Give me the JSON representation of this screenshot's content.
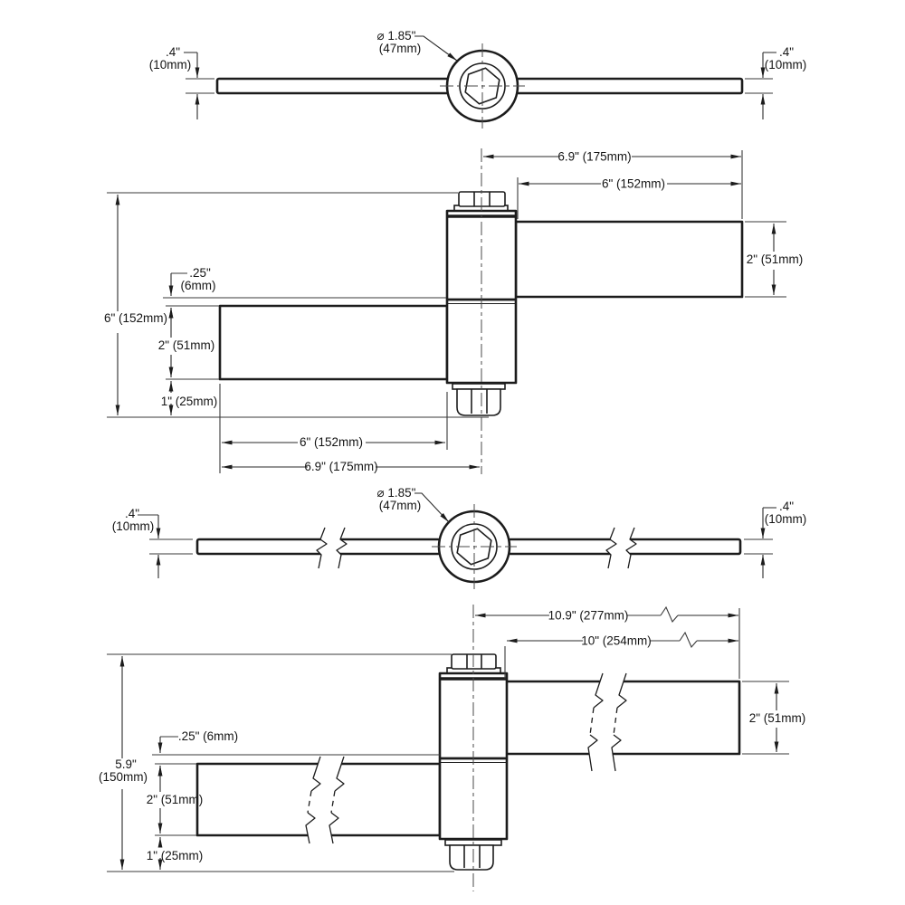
{
  "meta": {
    "drawing_type": "hinge dimensional line drawing, four orthographic views",
    "colors": {
      "line": "#1c1c1c",
      "background": "#ffffff"
    }
  },
  "views": {
    "top_short": {
      "thickness_left_in": ".4\"",
      "thickness_left_mm": "(10mm)",
      "diameter_in": "⌀ 1.85\"",
      "diameter_mm": "(47mm)",
      "thickness_right_in": ".4\"",
      "thickness_right_mm": "(10mm)"
    },
    "front_short": {
      "overall_width_top": "6.9\" (175mm)",
      "right_leaf_length": "6\" (152mm)",
      "right_leaf_width": "2\" (51mm)",
      "leaf_gap_in": ".25\"",
      "leaf_gap_mm": "(6mm)",
      "overall_height": "6\" (152mm)",
      "left_leaf_width": "2\" (51mm)",
      "bottom_offset": "1\" (25mm)",
      "left_leaf_length": "6\" (152mm)",
      "overall_width_bottom": "6.9\" (175mm)"
    },
    "top_long": {
      "thickness_left_in": ".4\"",
      "thickness_left_mm": "(10mm)",
      "diameter_in": "⌀ 1.85\"",
      "diameter_mm": "(47mm)",
      "thickness_right_in": ".4\"",
      "thickness_right_mm": "(10mm)"
    },
    "front_long": {
      "overall_width_top": "10.9\" (277mm)",
      "right_leaf_length": "10\" (254mm)",
      "right_leaf_width": "2\" (51mm)",
      "leaf_gap": ".25\" (6mm)",
      "overall_height_in": "5.9\"",
      "overall_height_mm": "(150mm)",
      "left_leaf_width": "2\" (51mm)",
      "bottom_offset": "1\" (25mm)"
    }
  }
}
